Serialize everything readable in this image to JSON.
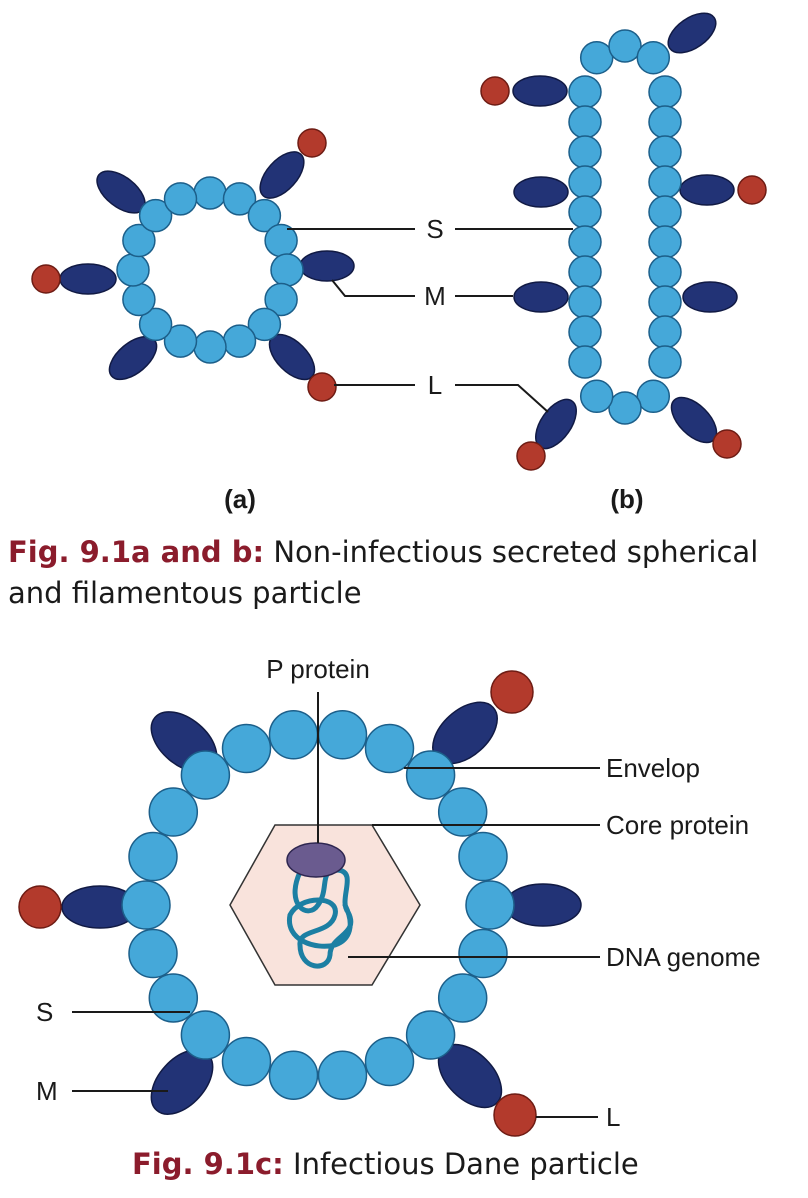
{
  "colors": {
    "s_protein": "#45a8d9",
    "s_stroke": "#1c5f8a",
    "m_protein": "#223376",
    "l_tip": "#b33a2c",
    "core": "#f9e3dc",
    "dna": "#1c7fa3",
    "p_protein": "#6a5b8f",
    "caption_prefix": "#8b1c2c"
  },
  "figure_ab": {
    "label_s": "S",
    "label_m": "M",
    "label_l": "L",
    "sub_a": "(a)",
    "sub_b": "(b)",
    "caption_prefix": "Fig. 9.1a and b:",
    "caption_line1": "Non-infectious secreted spherical",
    "caption_line2": "and filamentous particle"
  },
  "figure_c": {
    "label_p_protein": "P protein",
    "label_envelop": "Envelop",
    "label_core_protein": "Core protein",
    "label_dna_genome": "DNA genome",
    "label_s": "S",
    "label_m": "M",
    "label_l": "L",
    "caption_prefix": "Fig. 9.1c:",
    "caption_text": "Infectious Dane particle"
  }
}
